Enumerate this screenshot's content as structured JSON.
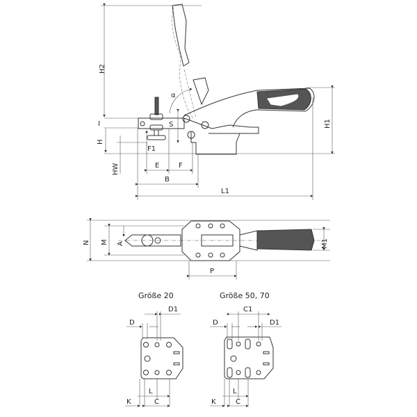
{
  "side_view": {
    "labels": {
      "H2": "H2",
      "I": "I",
      "H": "H",
      "HW": "HW",
      "S": "S",
      "alpha": "α",
      "F1": "F1",
      "E": "E",
      "F": "F",
      "B": "B",
      "L1": "L1",
      "H1": "H1"
    }
  },
  "top_view": {
    "labels": {
      "N": "N",
      "M": "M",
      "A": "A",
      "M1": "M1",
      "P": "P"
    }
  },
  "base_plates": [
    {
      "title": "Größe 20",
      "labels": {
        "D": "D",
        "D1": "D1",
        "L": "L",
        "K": "K",
        "C": "C"
      }
    },
    {
      "title": "Größe 50, 70",
      "labels": {
        "D": "D",
        "C1": "C1",
        "D1": "D1",
        "L": "L",
        "K": "K",
        "C": "C"
      }
    }
  ]
}
